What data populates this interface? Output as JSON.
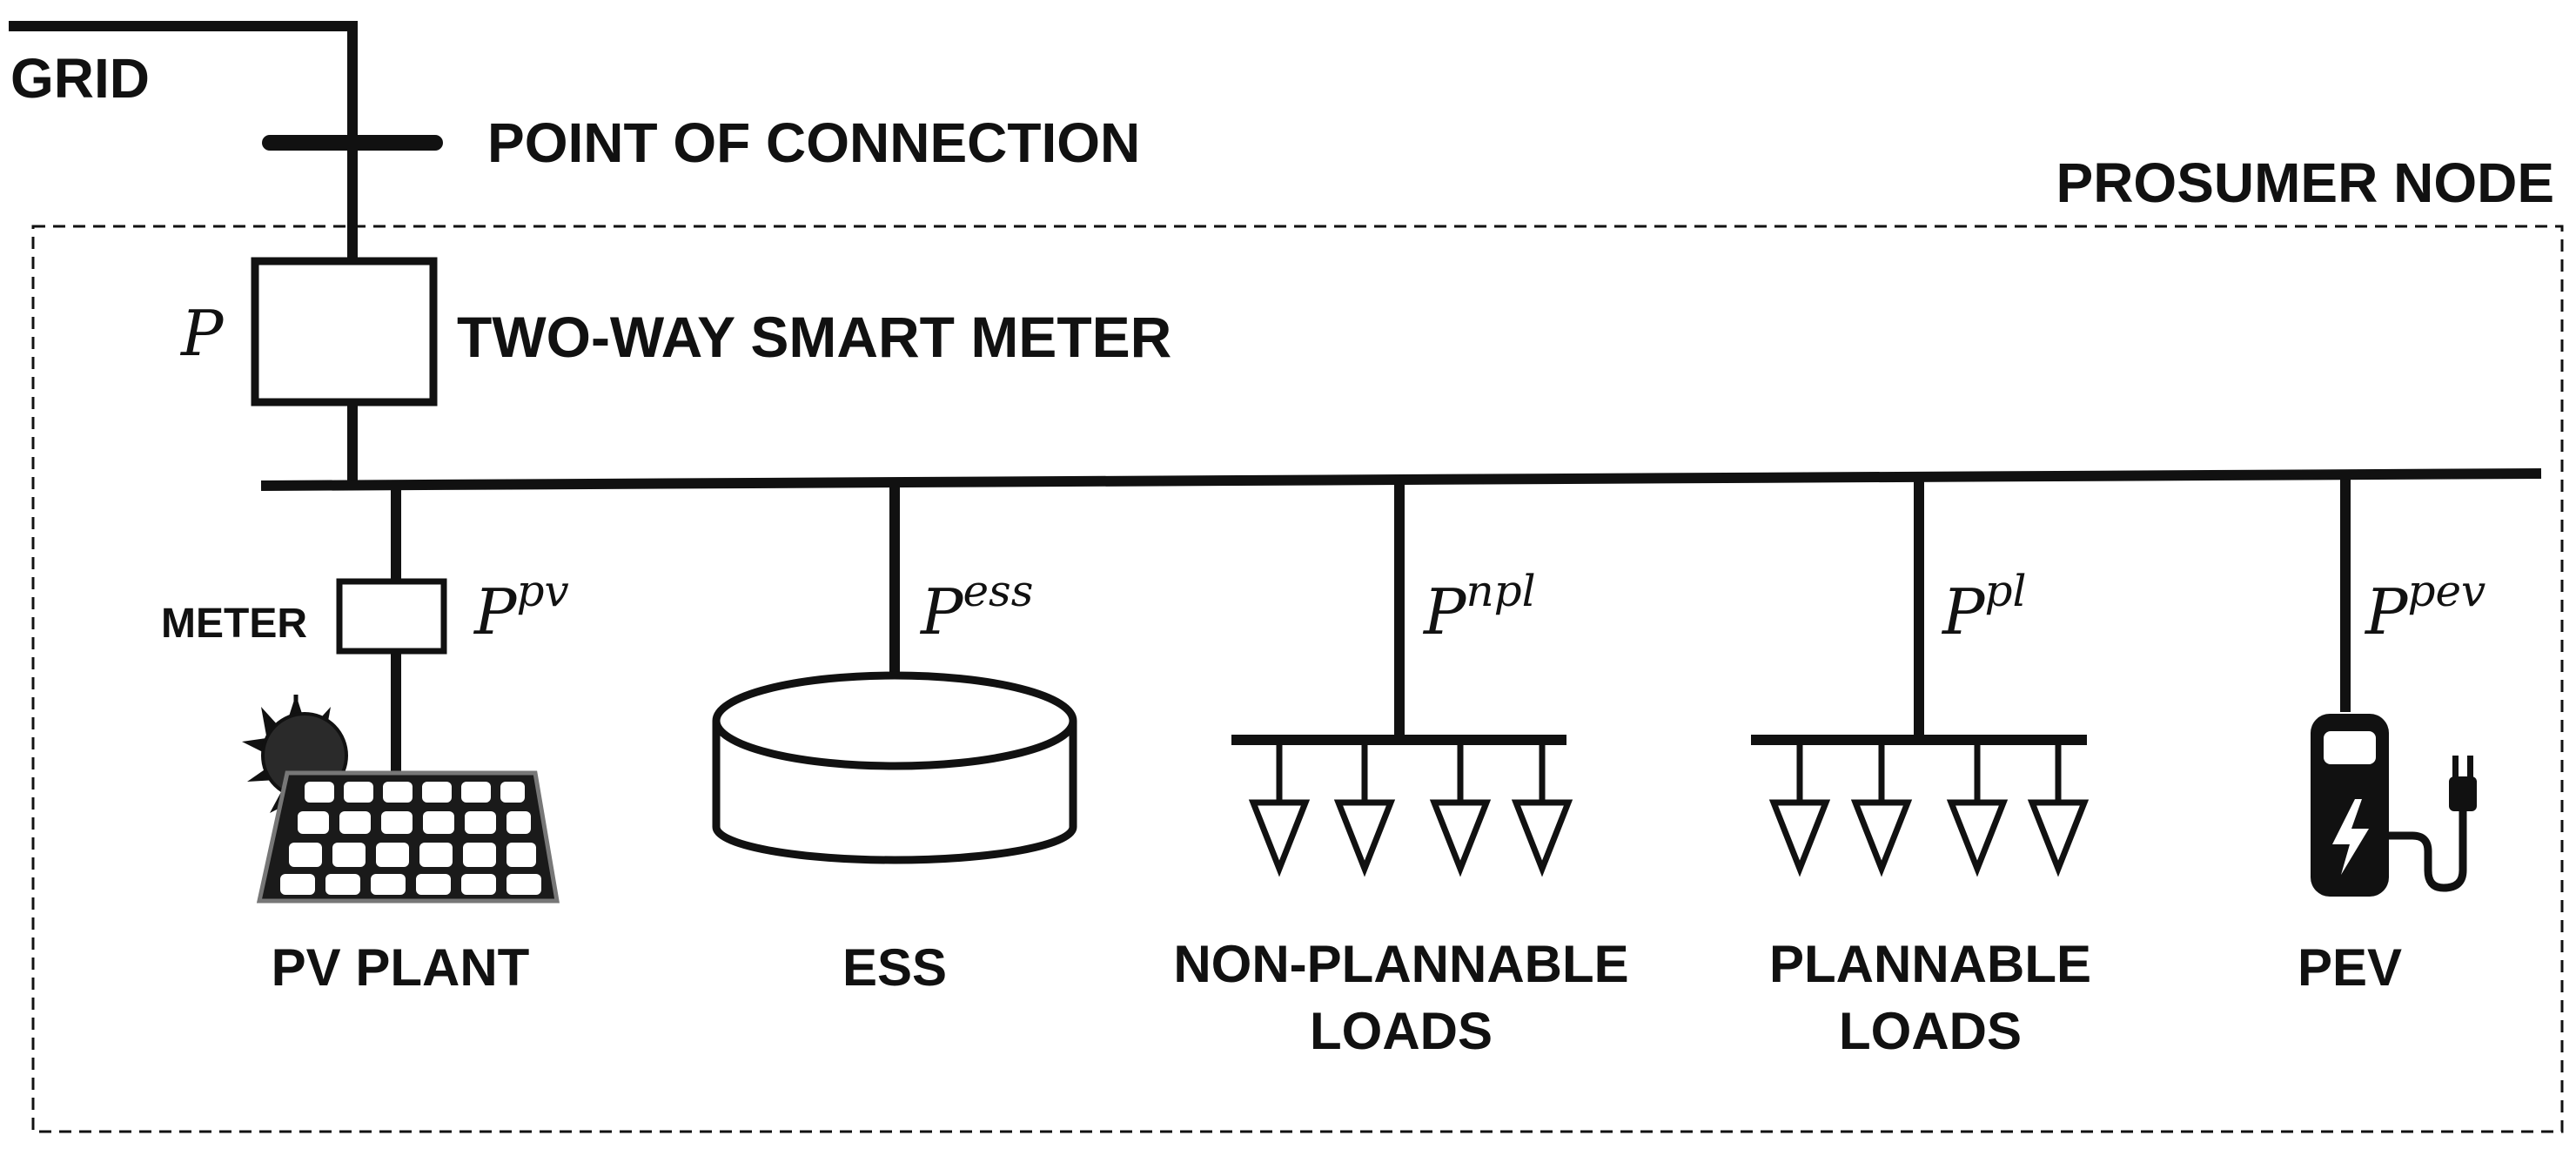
{
  "labels": {
    "grid": "GRID",
    "point_of_connection": "POINT OF CONNECTION",
    "prosumer_node": "PROSUMER NODE",
    "smart_meter": "TWO-WAY SMART METER",
    "meter": "METER"
  },
  "power": {
    "total": {
      "base": "P",
      "sup": ""
    },
    "pv": {
      "base": "P",
      "sup": "pv"
    },
    "ess": {
      "base": "P",
      "sup": "ess"
    },
    "npl": {
      "base": "P",
      "sup": "npl"
    },
    "pl": {
      "base": "P",
      "sup": "pl"
    },
    "pev": {
      "base": "P",
      "sup": "pev"
    }
  },
  "components": {
    "pv_plant": "PV PLANT",
    "ess": "ESS",
    "non_plannable_loads": {
      "line1": "NON-PLANNABLE",
      "line2": "LOADS"
    },
    "plannable_loads": {
      "line1": "PLANNABLE",
      "line2": "LOADS"
    },
    "pev": "PEV"
  },
  "icons": [
    "solar-panel-icon",
    "sun-icon",
    "battery-storage-icon",
    "ev-charger-icon",
    "lightning-bolt-icon",
    "plug-icon"
  ]
}
